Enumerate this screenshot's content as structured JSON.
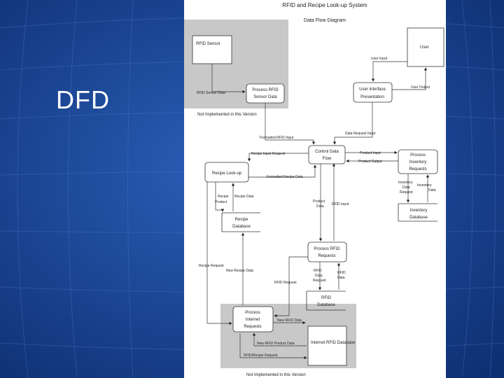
{
  "slide": {
    "title": "DFD"
  },
  "diagram": {
    "title": "RFID and Recipe Look-up System",
    "subtitle": "Data Flow Diagram",
    "entities": {
      "rfid_sensor": "RFID Sensor",
      "user": "User",
      "internet_rfid_db": "Internet RFID Database"
    },
    "processes": {
      "process_rfid_sensor_data": [
        "Process RFID",
        "Sensor Data"
      ],
      "user_interface": [
        "User Interface",
        "Presentation"
      ],
      "control_data_flow": [
        "Control Data",
        "Flow"
      ],
      "process_inventory": [
        "Process",
        "Inventory",
        "Requests"
      ],
      "recipe_lookup": "Recipe Look-up",
      "process_rfid_requests": [
        "Process RFID",
        "Requests"
      ],
      "process_internet": [
        "Process",
        "Internet",
        "Requests"
      ]
    },
    "stores": {
      "recipe_db": [
        "Recipe",
        "Database"
      ],
      "inventory_db": [
        "Inventory",
        "Database"
      ],
      "rfid_db": [
        "RFID",
        "Database"
      ]
    },
    "notes": {
      "not_implemented_top": "Not Implemented in this Version",
      "not_implemented_bottom": "Not Implemented in this Version"
    },
    "flows": {
      "user_input": "User Input",
      "user_output": "User Output",
      "rfid_sensor_data": "RFID Sensor Data",
      "formatted_rfid_input": "Formatted RFID Input",
      "data_request_input": "Data Request Input",
      "recipe_input_request": "Recipe Input Request",
      "product_input": "Product Input",
      "product_output": "Product Output",
      "formatted_recipe_data": "Formatted Recipe Data",
      "recipe_product": [
        "Recipe",
        "Product"
      ],
      "recipe_data": "Recipe Data",
      "inventory_data_request": [
        "Inventory",
        "Data",
        "Request"
      ],
      "inventory_data": [
        "Inventory",
        "Data"
      ],
      "product_data": [
        "Product",
        "Data"
      ],
      "rfid_input": "RFID Input",
      "recipe_request": "Recipe Request",
      "new_recipe_data": "New Recipe Data",
      "rfid_data_request": [
        "RFID",
        "Data",
        "Request"
      ],
      "rfid_data": [
        "RFID",
        "Data"
      ],
      "rfid_request": "RFID Request",
      "new_rfid_data": "New RFID Data",
      "new_rfid_product_data": "New RFID Product Data",
      "rfid_recipe_request": "RFID/Recipe Request"
    }
  }
}
